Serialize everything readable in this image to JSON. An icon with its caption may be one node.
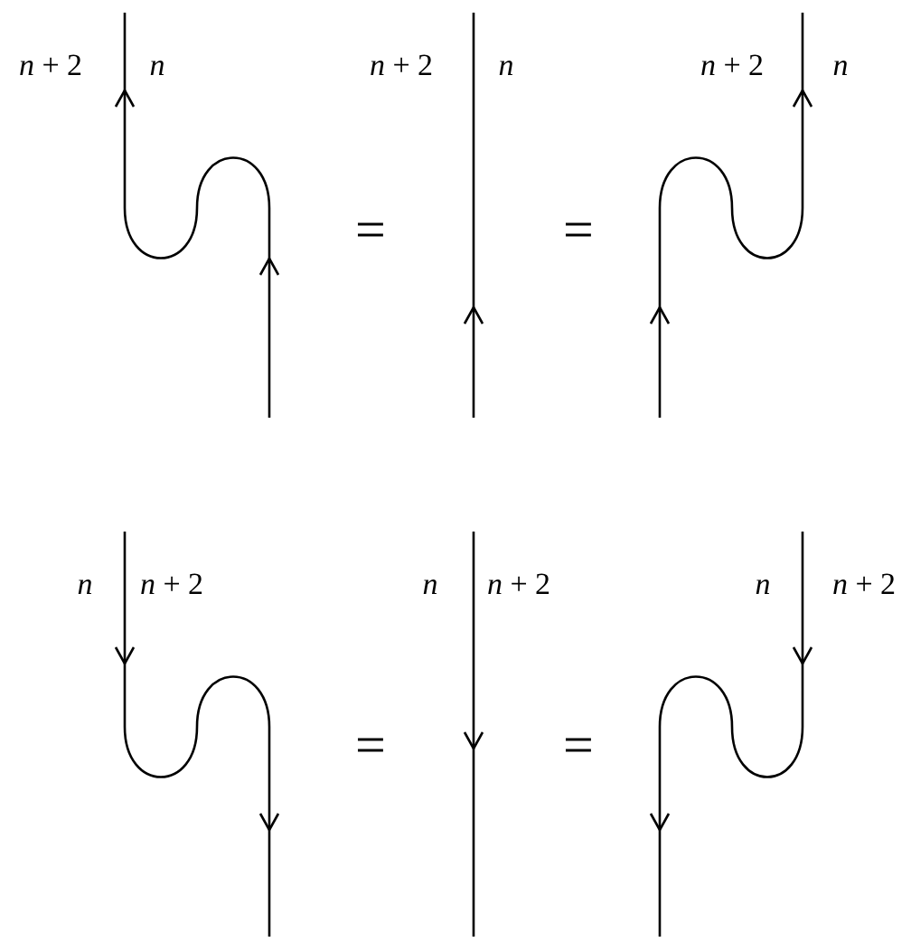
{
  "diagram": {
    "labels": [
      "*n* + 2",
      "*n*",
      "=",
      "*n* + 2",
      "*n*",
      "=",
      "*n* + 2",
      "*n*",
      "*n*",
      "*n* + 2",
      "=",
      "*n*",
      "*n* + 2",
      "=",
      "*n*",
      "*n* + 2"
    ]
  }
}
